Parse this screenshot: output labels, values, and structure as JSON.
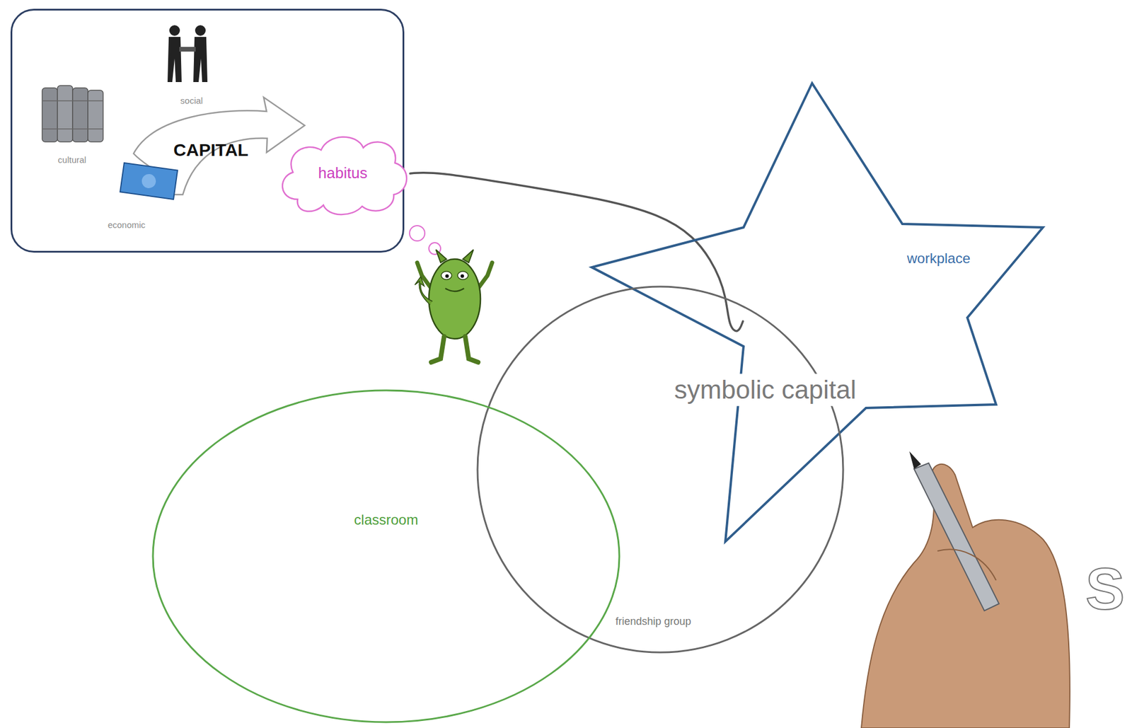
{
  "diagram": {
    "nodes": [
      {
        "text": [
          "CAPITAL"
        ]
      },
      {
        "text": [
          "habitus"
        ]
      },
      {
        "text": [
          "workplace"
        ]
      },
      {
        "text": [
          "friendship group"
        ]
      },
      {
        "text": [
          "classroom"
        ]
      }
    ],
    "edges": [
      {
        "from": 1,
        "to": 3,
        "arrow": "none"
      }
    ],
    "labels": [
      "social",
      "cultural",
      "economic",
      "symbolic capital",
      "S"
    ]
  }
}
